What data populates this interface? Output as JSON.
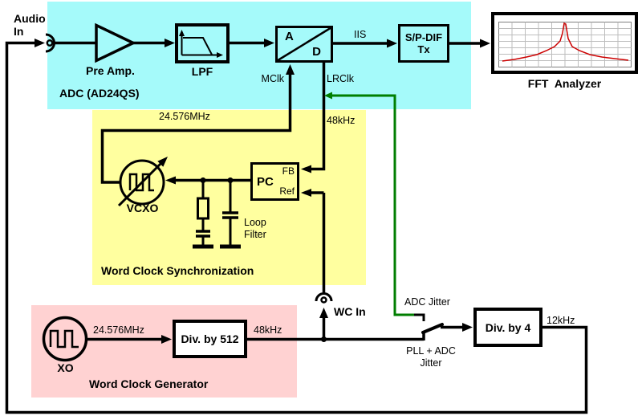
{
  "regions": {
    "adc": {
      "label": "ADC (AD24QS)"
    },
    "sync": {
      "label": "Word Clock Synchronization"
    },
    "gen": {
      "label": "Word Clock Generator"
    }
  },
  "blocks": {
    "preamp": {
      "label": "Pre Amp."
    },
    "lpf": {
      "label": "LPF"
    },
    "converter": {
      "analog": "A",
      "digital": "D"
    },
    "spdif": {
      "line1": "S/P-DIF",
      "line2": "Tx"
    },
    "fft": {
      "label": "FFT Analyzer"
    },
    "pc": {
      "label": "PC",
      "fb": "FB",
      "ref": "Ref"
    },
    "vcxo": {
      "label": "VCXO"
    },
    "loop_filter": {
      "line1": "Loop",
      "line2": "Filter"
    },
    "xo": {
      "label": "XO"
    },
    "div512": {
      "label": "Div. by 512"
    },
    "div4": {
      "label": "Div. by 4"
    }
  },
  "signals": {
    "audio_in": {
      "line1": "Audio",
      "line2": "In"
    },
    "iis": "IIS",
    "mclk": "MClk",
    "lrclk": "LRClk",
    "sync_mhz": "24.576MHz",
    "sync_khz": "48kHz",
    "wc_in": "WC In",
    "adc_jitter": "ADC Jitter",
    "pll_jitter": {
      "line1": "PLL + ADC",
      "line2": "Jitter"
    },
    "gen_mhz": "24.576MHz",
    "gen_khz": "48kHz",
    "out_khz": "12kHz"
  },
  "colors": {
    "adc_region_bg": "#A5FAFA",
    "sync_region_bg": "#FFFF9F",
    "gen_region_bg": "#FFD2D2",
    "wire": "#000000",
    "jitter_wire": "#007E00",
    "fft_trace": "#CC0000",
    "fft_grid": "#BDBDBD"
  }
}
